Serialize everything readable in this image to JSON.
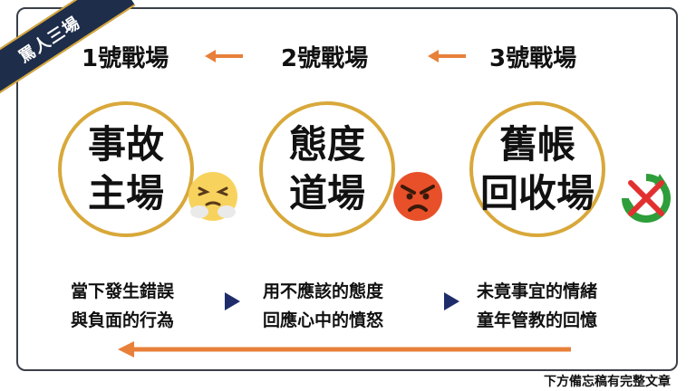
{
  "ribbon": {
    "text": "罵人三場"
  },
  "stages": [
    {
      "label": "1號戰場",
      "circle_line1": "事故",
      "circle_line2": "主場",
      "desc_line1": "當下發生錯誤",
      "desc_line2": "與負面的行為",
      "emoji": "face-with-steam-icon"
    },
    {
      "label": "2號戰場",
      "circle_line1": "態度",
      "circle_line2": "道場",
      "desc_line1": "用不應該的態度",
      "desc_line2": "回應心中的憤怒",
      "emoji": "angry-face-icon"
    },
    {
      "label": "3號戰場",
      "circle_line1": "舊帳",
      "circle_line2": "回收場",
      "desc_line1": "未竟事宜的情緒",
      "desc_line2": "童年管教的回憶",
      "emoji": "no-recycle-icon"
    }
  ],
  "footer": {
    "text": "下方備忘稿有完整文章"
  },
  "colors": {
    "accent": "#d8a83a",
    "arrow": "#e8803a",
    "navy": "#1e2d4a",
    "triangle": "#1e2d6a"
  }
}
